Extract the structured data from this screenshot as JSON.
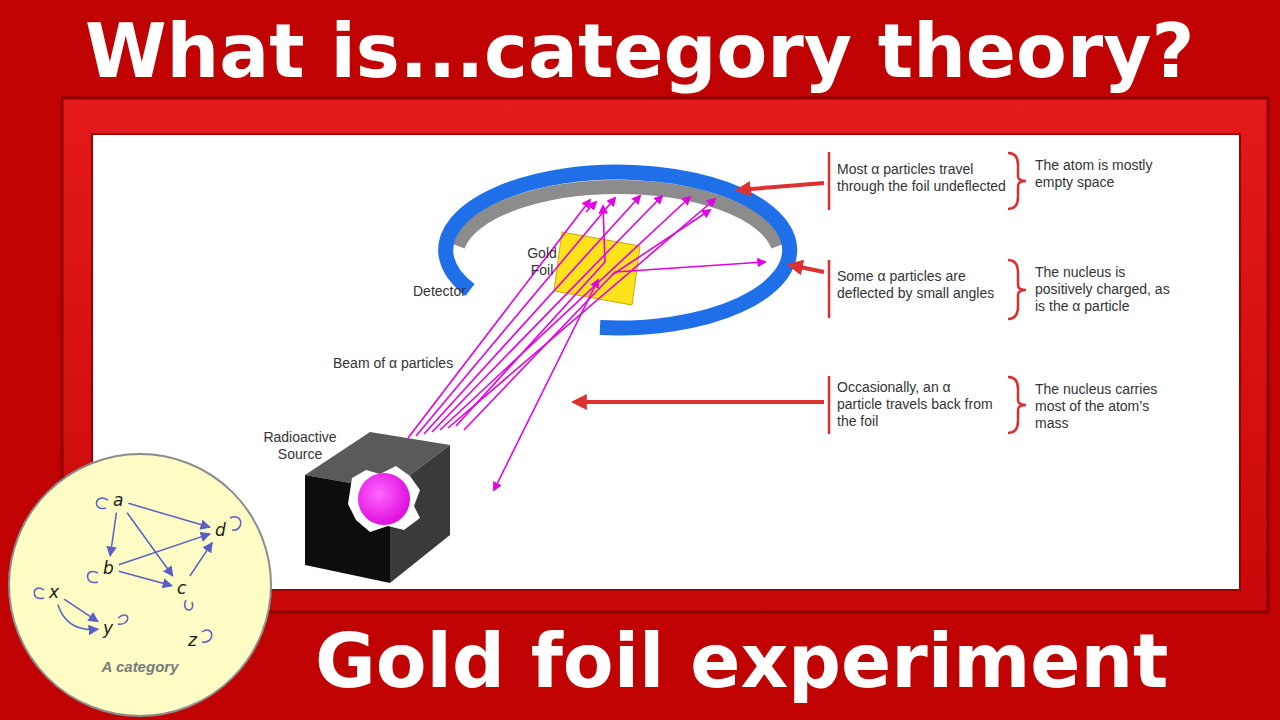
{
  "diagram": {
    "title": "What is...category theory?",
    "caption": "Gold foil experiment",
    "nodes": [
      {
        "text": [
          "a"
        ]
      },
      {
        "text": [
          "d"
        ]
      },
      {
        "text": [
          "b"
        ]
      },
      {
        "text": [
          "c"
        ]
      },
      {
        "text": [
          "x"
        ]
      },
      {
        "text": [
          "y"
        ]
      },
      {
        "text": [
          "z"
        ]
      }
    ],
    "edges": [
      {
        "from": 0,
        "to": 2,
        "arrow": "to"
      },
      {
        "from": 0,
        "to": 1,
        "arrow": "to"
      },
      {
        "from": 0,
        "to": 3,
        "arrow": "to"
      },
      {
        "from": 2,
        "to": 1,
        "arrow": "to"
      },
      {
        "from": 2,
        "to": 3,
        "arrow": "to"
      },
      {
        "from": 3,
        "to": 1,
        "arrow": "to"
      },
      {
        "from": 4,
        "to": 5,
        "arrow": "to"
      },
      {
        "from": 4,
        "to": 5,
        "arrow": "to"
      }
    ],
    "labels": [
      "Detector",
      "Gold Foil",
      "Beam of α particles",
      "Radioactive Source",
      "Most α particles travel through the foil undeflected",
      "Some α particles are deflected by small angles",
      "Occasionally, an α particle travels back from the foil",
      "The atom is mostly empty space",
      "The nucleus is positively charged, as is the α particle",
      "The nucleus carries most of the atom’s mass",
      "A category"
    ]
  }
}
